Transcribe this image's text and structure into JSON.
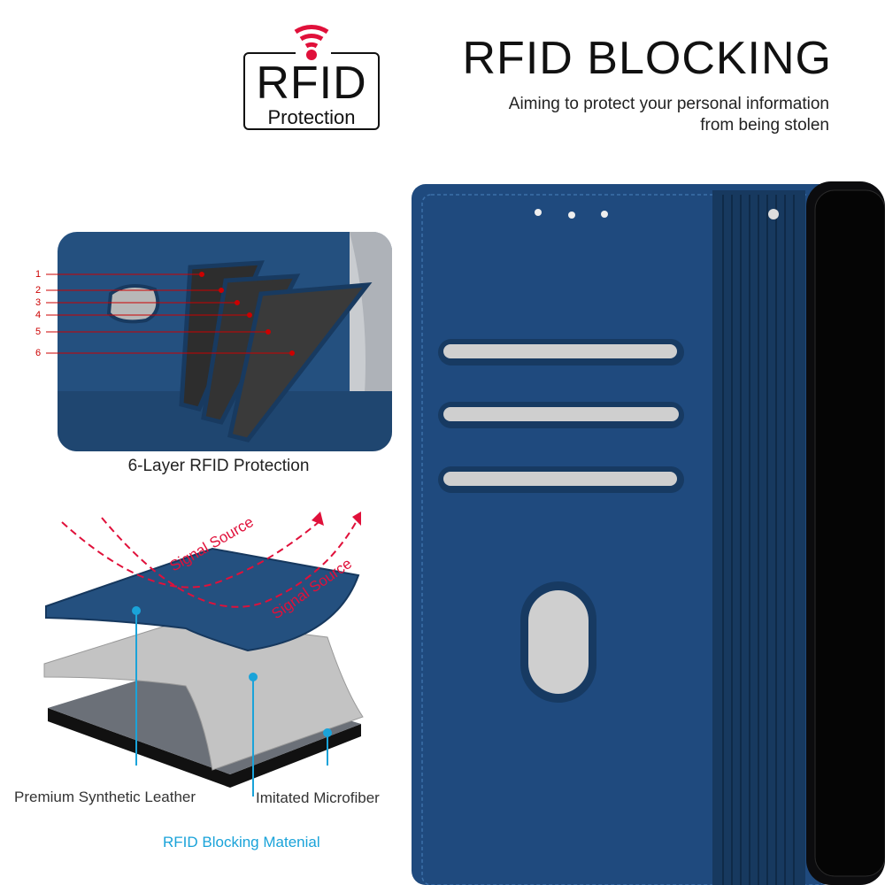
{
  "logo": {
    "rfid_text": "RFID",
    "protection_text": "Protection",
    "icon": "wifi-signal-icon",
    "accent_color": "#e0103a"
  },
  "header": {
    "title": "RFID BLOCKING",
    "subtitle_line1": "Aiming to protect your personal information",
    "subtitle_line2": "from being stolen"
  },
  "layer_photo": {
    "layer_numbers": [
      "1",
      "2",
      "3",
      "4",
      "5",
      "6"
    ],
    "caption": "6-Layer RFID Protection"
  },
  "layers_diagram": {
    "signal_label_1": "Signal Source",
    "signal_label_2": "Signal Source",
    "labels": {
      "leather": "Premium Synthetic Leather",
      "microfiber": "Imitated Microfiber",
      "blocking": "RFID Blocking Matenial"
    },
    "leader_color": "#1aa3d9",
    "signal_color": "#e0103a"
  },
  "wallet": {
    "color": "#1f4a7e"
  }
}
